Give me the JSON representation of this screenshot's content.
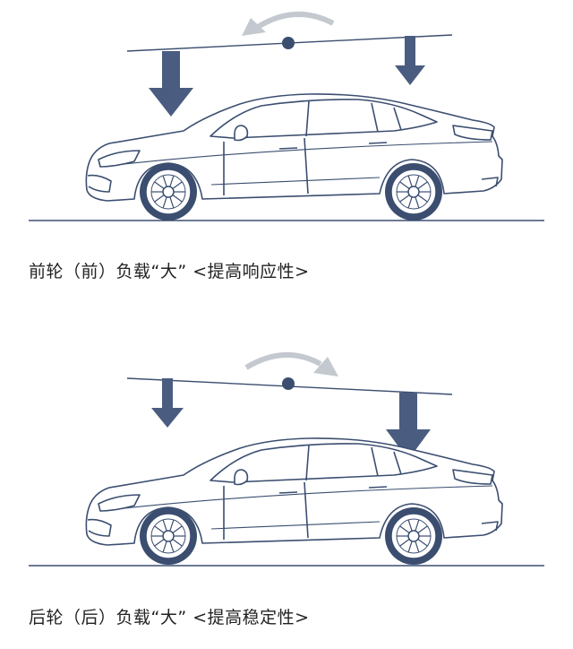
{
  "colors": {
    "outline": "#3b4e70",
    "arrow": "#4a5d80",
    "rotation_arrow": "#c4c9d0",
    "body_fill": "#ffffff",
    "tyre": "#3b4e70",
    "ground": "#3b4e70"
  },
  "panels": [
    {
      "caption": "前轮（前）负载“大” <提高响应性>",
      "heavy_end": "front",
      "rotation": "counterclockwise"
    },
    {
      "caption": "后轮（后）负载“大” <提高稳定性>",
      "heavy_end": "rear",
      "rotation": "clockwise"
    }
  ]
}
